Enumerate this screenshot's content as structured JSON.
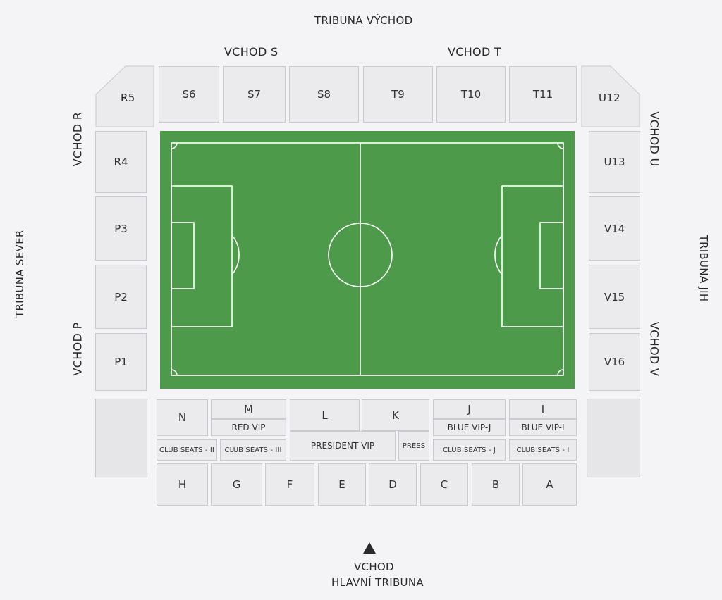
{
  "stands": {
    "east": "TRIBUNA VÝCHOD",
    "north": "TRIBUNA SEVER",
    "south": "TRIBUNA JIH",
    "main": "HLAVNÍ TRIBUNA"
  },
  "entrances": {
    "s": "VCHOD S",
    "t": "VCHOD T",
    "r": "VCHOD R",
    "p": "VCHOD P",
    "u": "VCHOD U",
    "v": "VCHOD V",
    "main": "VCHOD"
  },
  "sections": {
    "r5": "R5",
    "s6": "S6",
    "s7": "S7",
    "s8": "S8",
    "t9": "T9",
    "t10": "T10",
    "t11": "T11",
    "u12": "U12",
    "r4": "R4",
    "p3": "P3",
    "p2": "P2",
    "p1": "P1",
    "u13": "U13",
    "v14": "V14",
    "v15": "V15",
    "v16": "V16",
    "n": "N",
    "m": "M",
    "l": "L",
    "k": "K",
    "j": "J",
    "i": "I",
    "red_vip": "RED VIP",
    "blue_vip_j": "BLUE VIP-J",
    "blue_vip_i": "BLUE VIP-I",
    "club_ii": "CLUB SEATS - II",
    "club_iii": "CLUB SEATS - III",
    "president_vip": "PRESIDENT VIP",
    "press": "PRESS",
    "club_j": "CLUB SEATS - J",
    "club_i": "CLUB SEATS - I",
    "h": "H",
    "g": "G",
    "f": "F",
    "e": "E",
    "d": "D",
    "c": "C",
    "b": "B",
    "a": "A"
  },
  "colors": {
    "pitch": "#4d9a4b",
    "section_fill": "#ebebee",
    "section_border": "#c9c9cf",
    "background": "#f4f4f7"
  }
}
